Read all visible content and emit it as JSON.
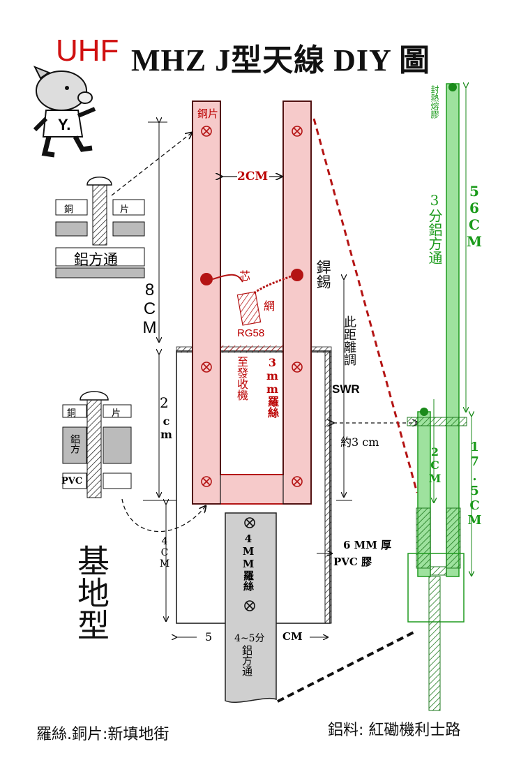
{
  "title": {
    "prefix": "UHF",
    "main": "MHZ   J型天線 DIY 圖"
  },
  "mascot_letter": "Y.",
  "labels": {
    "copper": "銅片",
    "two_cm_gap": "2CM",
    "solder": "銲錫",
    "core": "芯",
    "braid": "網",
    "coax": "RG58",
    "to_radio": "至發收機",
    "screw3": "3mm羅絲",
    "adjust_swr_cn": "此距離調",
    "adjust_swr_en": "SWR",
    "eight_cm": "8CM",
    "two_cm_num": "2",
    "two_cm_unit": "cm",
    "four_cm": "4CM",
    "about3cm": "約3 cm",
    "pvc_thick": "6 MM 厚",
    "pvc_glue": "PVC 膠",
    "screw4": "4MM羅絲",
    "bottom_dim_left": "5",
    "bottom_dim_right": "CM",
    "square_tube_size": "4~5分",
    "square_tube": "鋁方通",
    "base_type": "基地型"
  },
  "detail_top": {
    "copper": "銅",
    "piece": "片",
    "square": "鋁方通"
  },
  "detail_bottom": {
    "copper": "銅",
    "piece": "片",
    "square": "鋁方",
    "pvc": "PVC"
  },
  "green": {
    "seal": "封熱熔膠",
    "tube": "3分鋁方通",
    "len56": "56CM",
    "len175": "17.5CM",
    "len2": "2CM"
  },
  "footer": {
    "left": "羅絲.銅片:新填地街",
    "right": "鋁料: 紅磡機利士路"
  },
  "colors": {
    "red_fill": "#f6caca",
    "red_line": "#b41414",
    "green_fill": "#9ee29e",
    "green_line": "#1f9a1f",
    "grey": "#cfcfcf"
  }
}
